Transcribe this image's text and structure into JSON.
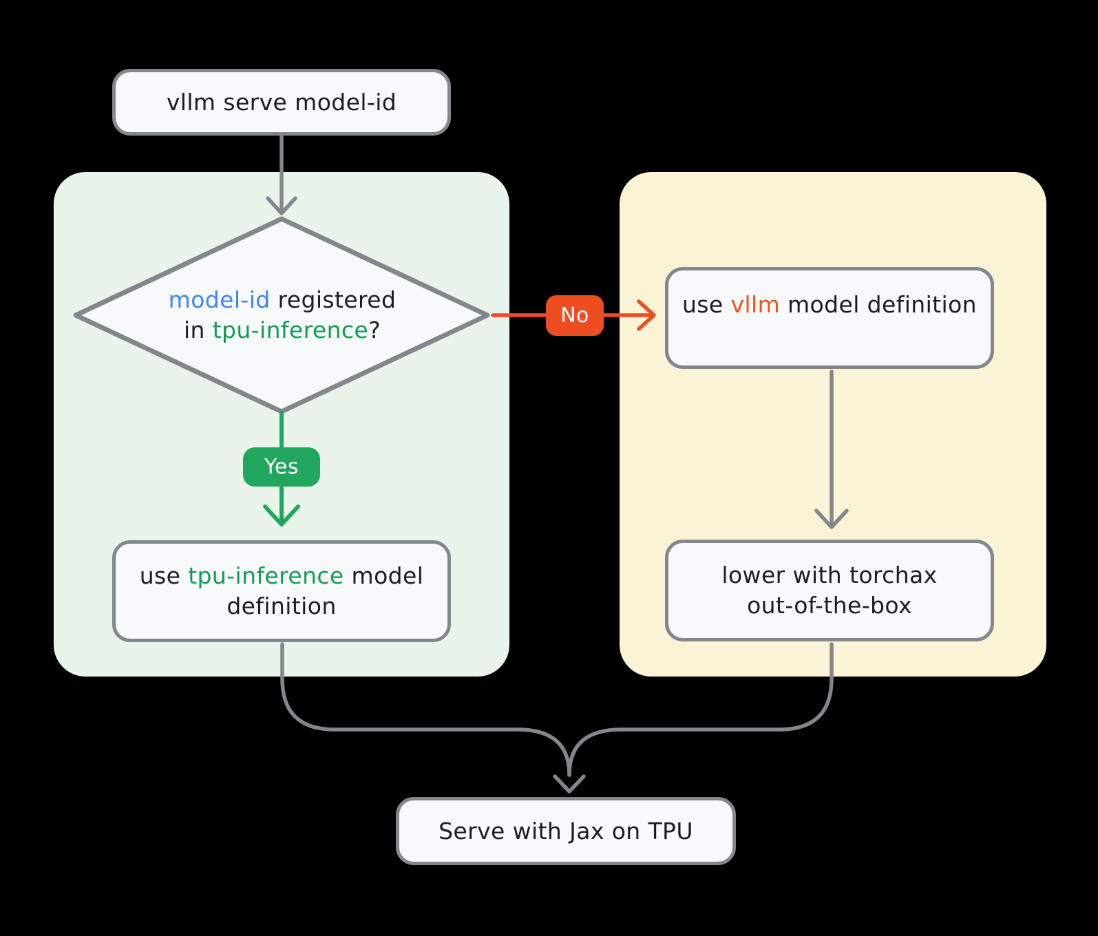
{
  "diagram": {
    "type": "flowchart",
    "nodes": {
      "start": {
        "text": "vllm serve model-id"
      },
      "decision": {
        "line1_highlight": "model-id",
        "line1_rest": " registered",
        "line2_pre": "in ",
        "line2_highlight": "tpu-inference",
        "line2_post": "?"
      },
      "use_tpu": {
        "line1_pre": "use ",
        "line1_highlight": "tpu-inference",
        "line1_post": " model",
        "line2": "definition"
      },
      "use_vllm": {
        "pre": "use ",
        "highlight": "vllm",
        "post": " model definition"
      },
      "torchax": {
        "line1": "lower with torchax",
        "line2": "out-of-the-box"
      },
      "serve": {
        "text": "Serve with Jax on TPU"
      }
    },
    "edges": {
      "yes_label": "Yes",
      "no_label": "No"
    },
    "colors": {
      "background": "#000000",
      "panel_yes_branch": "#e9f4ea",
      "panel_no_branch": "#fbf3d6",
      "node_fill": "#f8f9fa",
      "node_border": "#82878c",
      "connector_gray": "#82878c",
      "yes_green": "#21a65d",
      "green_text": "#149c55",
      "no_orange": "#ee4c21",
      "orange_text": "#f4511e",
      "blue_text": "#4285f4",
      "text": "#1b1d20"
    }
  }
}
